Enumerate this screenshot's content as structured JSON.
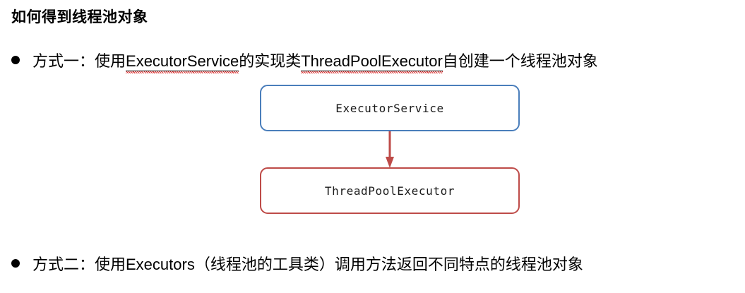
{
  "slide": {
    "title": "如何得到线程池对象",
    "background_color": "#ffffff",
    "text_color": "#000000"
  },
  "bullets": [
    {
      "marker": "bullet-dot",
      "prefix": "方式一：使用",
      "term_1": "ExecutorService",
      "middle": "的实现类",
      "term_2": "ThreadPoolExecutor",
      "suffix": "自创建一个线程池对象",
      "full_text": "方式一：使用ExecutorService的实现类ThreadPoolExecutor自创建一个线程池对象",
      "spellcheck_underline_color": "#e03131"
    },
    {
      "marker": "bullet-dot",
      "full_text": "方式二：使用Executors（线程池的工具类）调用方法返回不同特点的线程池对象"
    }
  ],
  "diagram": {
    "type": "flowchart",
    "nodes": [
      {
        "id": "executor-service",
        "label": "ExecutorService",
        "border_color": "#4A7EBB",
        "fill_color": "#ffffff"
      },
      {
        "id": "thread-pool-executor",
        "label": "ThreadPoolExecutor",
        "border_color": "#BE4B48",
        "fill_color": "#ffffff"
      }
    ],
    "connector": {
      "from": "executor-service",
      "to": "thread-pool-executor",
      "direction": "down",
      "color": "#BE4B48",
      "arrowhead": "filled-triangle"
    }
  }
}
